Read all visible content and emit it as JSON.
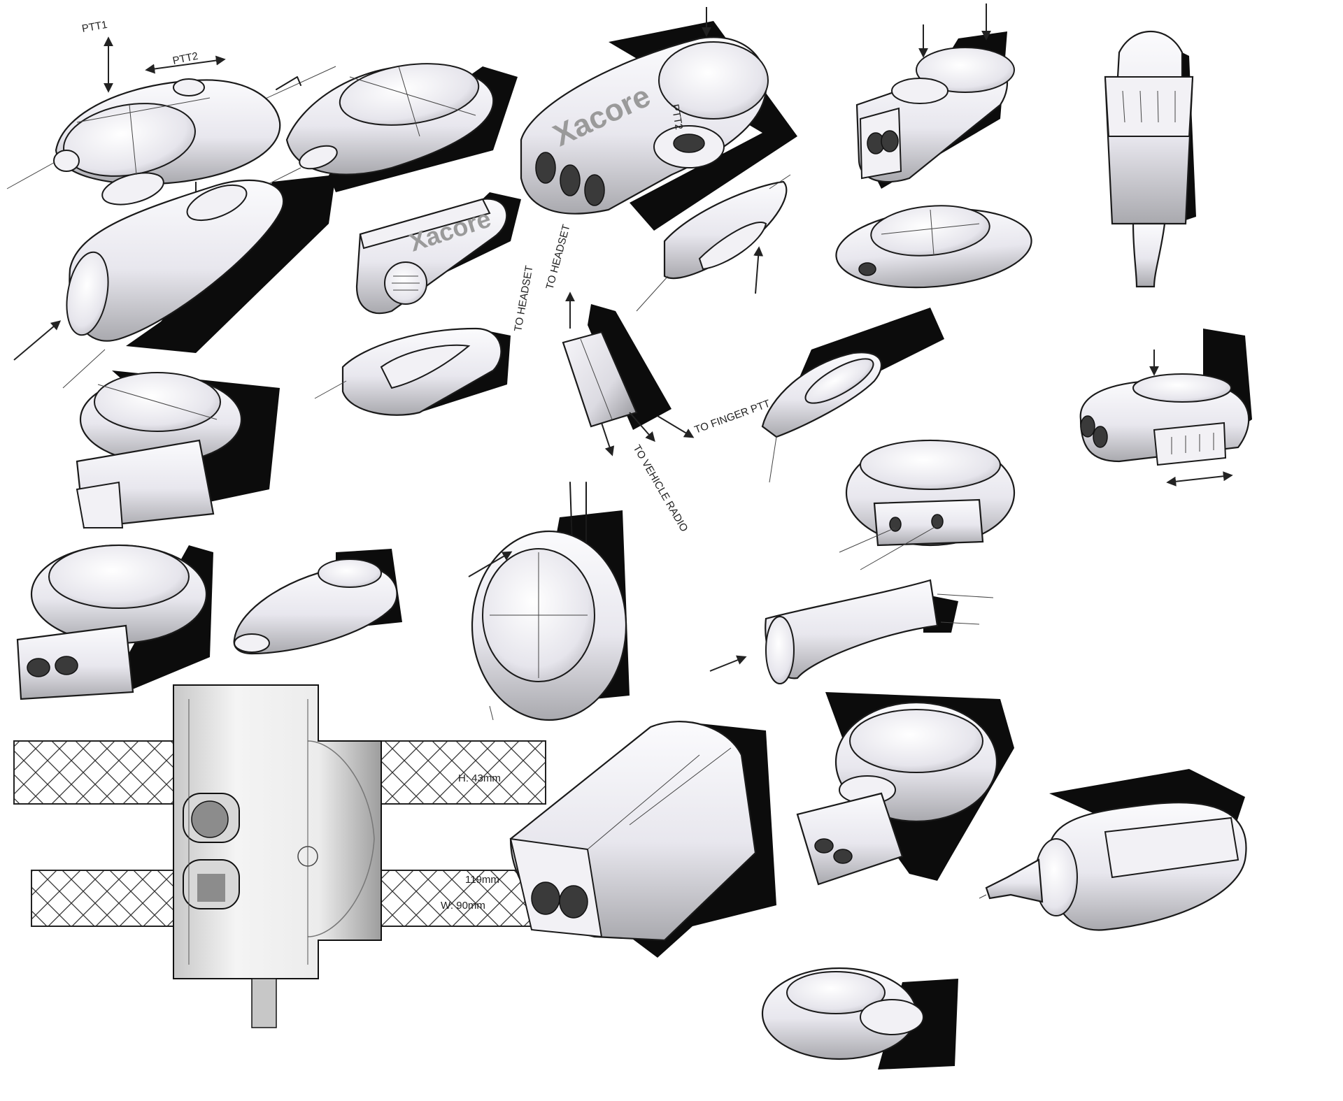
{
  "brand_label": "Xacore",
  "annotations": {
    "ptt1": "PTT1",
    "ptt2": "PTT2",
    "ptt2_small": "PTT2",
    "to_headset_a": "TO HEADSET",
    "to_headset_b": "TO HEADSET",
    "to_vehicle_radio": "TO VEHICLE RADIO",
    "to_finger_ptt": "TO FINGER PTT",
    "height": "H: 43mm",
    "length": "119mm",
    "width": "W: 90mm"
  },
  "palette": {
    "ink": "#1a1a1a",
    "marker_black": "#0c0c0c",
    "body_light": "#f4f3f7",
    "body_shade": "#b9b9bd",
    "paper": "#ffffff"
  },
  "icons": [
    "arrow-icon",
    "double-arrow-icon",
    "speaker-grille-icon",
    "cable-icon"
  ]
}
